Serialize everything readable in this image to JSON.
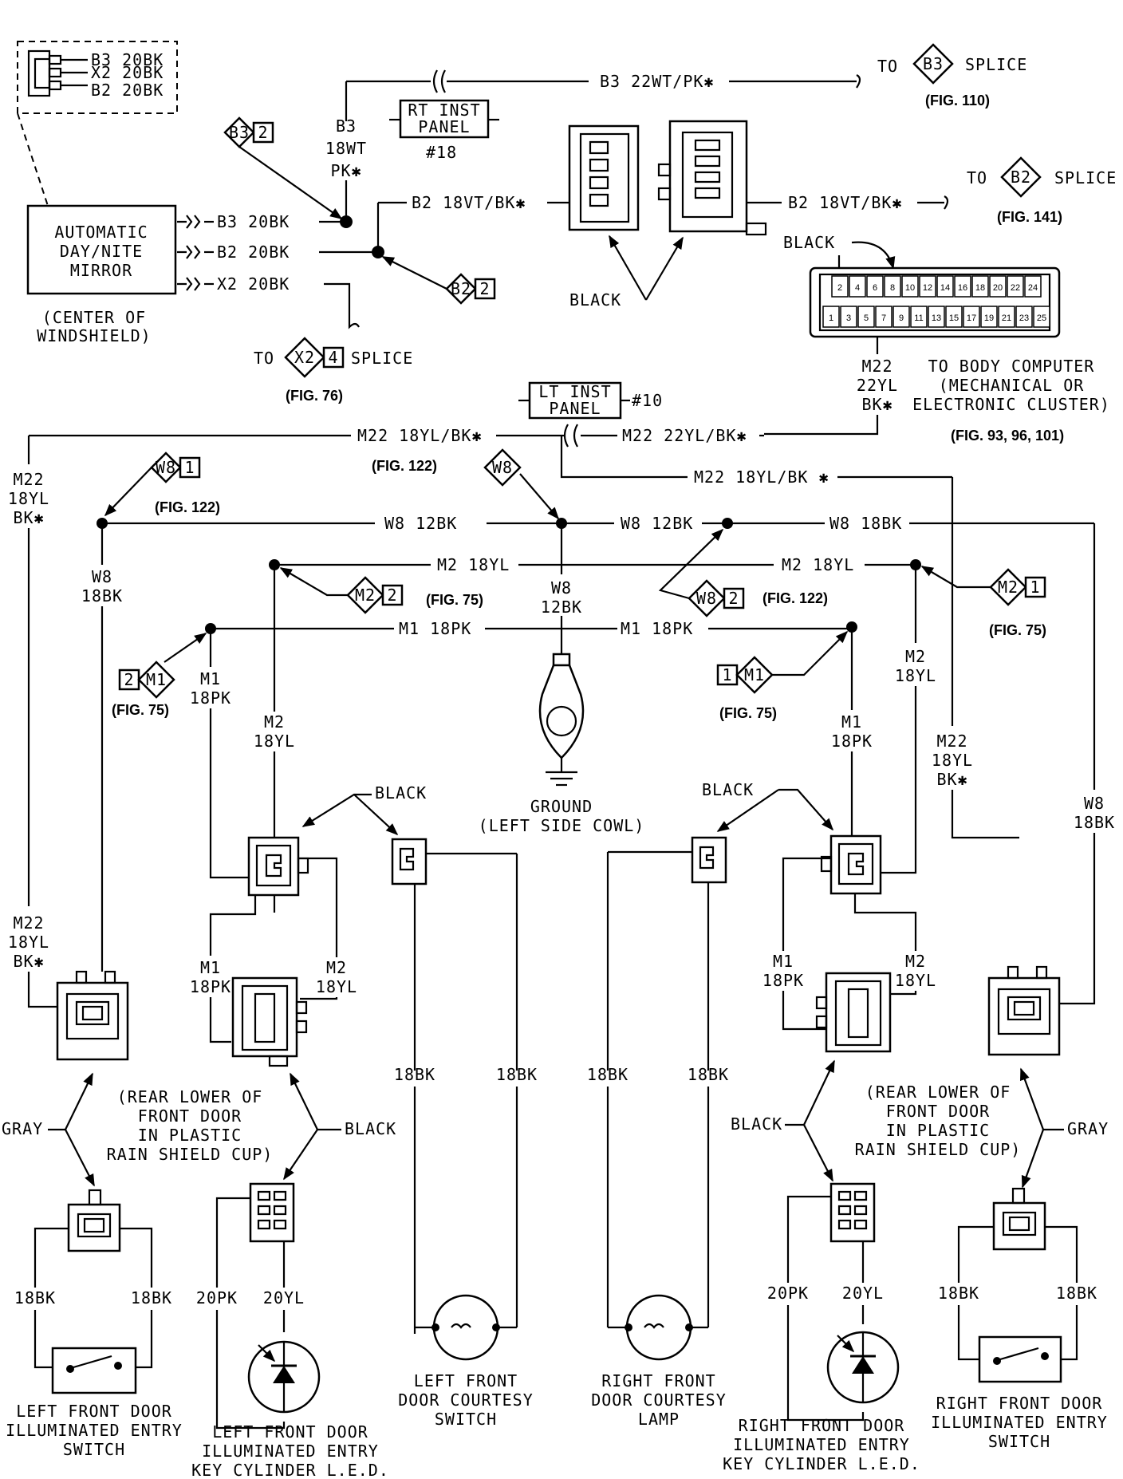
{
  "mirror": {
    "name_lines": [
      "AUTOMATIC",
      "DAY/NITE",
      "MIRROR"
    ],
    "location_lines": [
      "(CENTER OF",
      "WINDSHIELD)"
    ],
    "inset_pins": [
      "B3 20BK",
      "X2 20BK",
      "B2 20BK"
    ],
    "wires": [
      "B3 20BK",
      "B2 20BK",
      "X2 20BK"
    ]
  },
  "top": {
    "b3_main": "B3 22WT/PK✱",
    "b3_vertical": [
      "B3",
      "18WT",
      "PK✱"
    ],
    "b3_tag": {
      "wire": "B3",
      "pin": "2"
    },
    "b2_tag": {
      "wire": "B2",
      "pin": "2"
    },
    "rt_panel": [
      "RT INST",
      "PANEL"
    ],
    "rt_panel_num": "#18",
    "b2_left": "B2 18VT/BK✱",
    "b2_right": "B2 18VT/BK✱",
    "b3_splice": {
      "to": "TO",
      "wire": "B3",
      "label": "SPLICE",
      "fig": "(FIG. 110)"
    },
    "b2_splice": {
      "to": "TO",
      "wire": "B2",
      "label": "SPLICE",
      "fig": "(FIG. 141)"
    },
    "x2_splice": {
      "to": "TO",
      "wire": "X2",
      "pin": "4",
      "label": "SPLICE",
      "fig": "(FIG. 76)"
    },
    "black_left": "BLACK",
    "black_top": "BLACK"
  },
  "body_computer": {
    "top_pins": [
      "2",
      "4",
      "6",
      "8",
      "10",
      "12",
      "14",
      "16",
      "18",
      "20",
      "22",
      "24"
    ],
    "bottom_pins": [
      "1",
      "3",
      "5",
      "7",
      "9",
      "11",
      "13",
      "15",
      "17",
      "19",
      "21",
      "23",
      "25"
    ],
    "m22_vertical": [
      "M22",
      "22YL",
      "BK✱"
    ],
    "label_lines": [
      "TO BODY COMPUTER",
      "(MECHANICAL OR",
      "ELECTRONIC CLUSTER)"
    ],
    "fig": "(FIG. 93, 96, 101)"
  },
  "center": {
    "lt_panel": [
      "LT INST",
      "PANEL"
    ],
    "lt_panel_num": "#10",
    "m22_left": "M22 18YL/BK✱",
    "m22_mid": "M22 22YL/BK✱",
    "m22_right": "M22 18YL/BK ✱",
    "fig122_a": "(FIG. 122)",
    "fig122_b": "(FIG. 122)",
    "fig122_c": "(FIG. 122)",
    "w8_tag1": {
      "wire": "W8",
      "pin": "1"
    },
    "w8_tag_center": "W8",
    "w8_tag2": {
      "wire": "W8",
      "pin": "2"
    },
    "w8_left": "W8 12BK",
    "w8_mid": "W8 12BK",
    "w8_right": "W8 18BK",
    "m2_left": "M2 18YL",
    "m2_right": "M2 18YL",
    "m1_left": "M1 18PK",
    "m1_right": "M1 18PK",
    "m2_tag_left": {
      "wire": "M2",
      "pin": "2"
    },
    "m2_tag_right": {
      "wire": "M2",
      "pin": "1"
    },
    "m1_tag_left": {
      "wire": "M1",
      "pin": "2"
    },
    "m1_tag_right": {
      "wire": "M1",
      "pin": "1"
    },
    "fig75_a": "(FIG. 75)",
    "fig75_b": "(FIG. 75)",
    "fig75_c": "(FIG. 75)",
    "fig75_d": "(FIG. 75)",
    "w8_vertical": [
      "W8",
      "12BK"
    ],
    "ground": [
      "GROUND",
      "(LEFT SIDE COWL)"
    ]
  },
  "vertical_labels": {
    "left_m22": [
      "M22",
      "18YL",
      "BK✱"
    ],
    "left_w8": [
      "W8",
      "18BK"
    ],
    "left_m1": [
      "M1",
      "18PK"
    ],
    "left_m2": [
      "M2",
      "18YL"
    ],
    "right_m1": [
      "M1",
      "18PK"
    ],
    "right_m2": [
      "M2",
      "18YL"
    ],
    "right_m22": [
      "M22",
      "18YL",
      "BK✱"
    ],
    "right_w8": [
      "W8",
      "18BK"
    ],
    "lower_left_m22": [
      "M22",
      "18YL",
      "BK✱"
    ],
    "lower_left_m1": [
      "M1",
      "18PK"
    ],
    "lower_left_m2": [
      "M2",
      "18YL"
    ],
    "lower_right_m1": [
      "M1",
      "18PK"
    ],
    "lower_right_m2": [
      "M2",
      "18YL"
    ]
  },
  "lower": {
    "black_left": "BLACK",
    "black_right": "BLACK",
    "wire_18bk": "18BK",
    "rear_lower_left": [
      "(REAR LOWER OF",
      "FRONT DOOR",
      "IN PLASTIC",
      "RAIN SHIELD CUP)"
    ],
    "rear_lower_right": [
      "(REAR LOWER OF",
      "FRONT DOOR",
      "IN PLASTIC",
      "RAIN SHIELD CUP)"
    ],
    "gray_left": "GRAY",
    "gray_right": "GRAY",
    "black_l2": "BLACK",
    "black_r2": "BLACK",
    "w20pk": "20PK",
    "w20yl": "20YL"
  },
  "components": {
    "lf_switch": [
      "LEFT FRONT DOOR",
      "ILLUMINATED ENTRY",
      "SWITCH"
    ],
    "lf_led": [
      "LEFT FRONT DOOR",
      "ILLUMINATED ENTRY",
      "KEY CYLINDER L.E.D."
    ],
    "lf_courtesy": [
      "LEFT FRONT",
      "DOOR COURTESY",
      "SWITCH"
    ],
    "rf_lamp": [
      "RIGHT FRONT",
      "DOOR COURTESY",
      "LAMP"
    ],
    "rf_led": [
      "RIGHT FRONT DOOR",
      "ILLUMINATED ENTRY",
      "KEY CYLINDER L.E.D."
    ],
    "rf_switch": [
      "RIGHT FRONT DOOR",
      "ILLUMINATED ENTRY",
      "SWITCH"
    ]
  }
}
